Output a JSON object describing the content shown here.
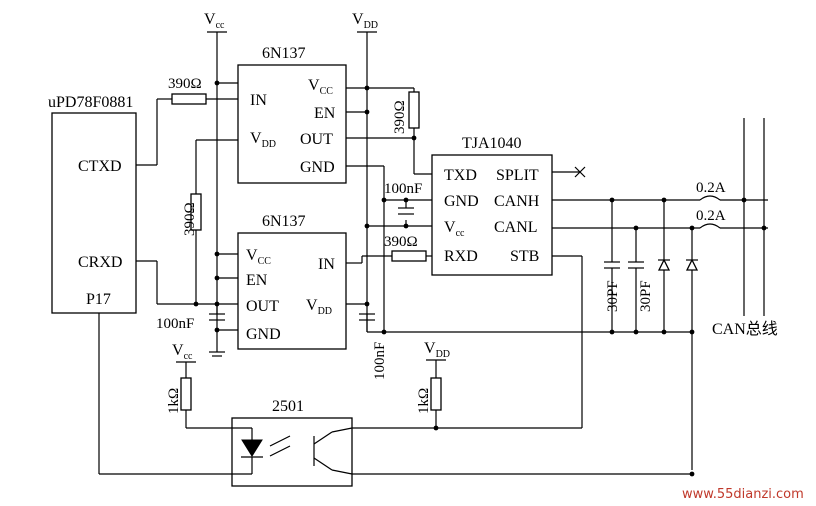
{
  "mcu": {
    "name": "uPD78F0881",
    "pin_ctxd": "CTXD",
    "pin_crxd": "CRXD",
    "pin_p17": "P17"
  },
  "opto1": {
    "name": "6N137",
    "pin_vcc": "V",
    "pin_vcc_sub": "CC",
    "pin_in": "IN",
    "pin_en": "EN",
    "pin_vdd": "V",
    "pin_vdd_sub": "DD",
    "pin_out": "OUT",
    "pin_gnd": "GND"
  },
  "opto2": {
    "name": "6N137",
    "pin_vcc": "V",
    "pin_vcc_sub": "CC",
    "pin_in": "IN",
    "pin_en": "EN",
    "pin_vdd": "V",
    "pin_vdd_sub": "DD",
    "pin_out": "OUT",
    "pin_gnd": "GND"
  },
  "transceiver": {
    "name": "TJA1040",
    "pin_txd": "TXD",
    "pin_split": "SPLIT",
    "pin_gnd": "GND",
    "pin_canh": "CANH",
    "pin_vcc": "V",
    "pin_vcc_sub": "cc",
    "pin_canl": "CANL",
    "pin_rxd": "RXD",
    "pin_stb": "STB"
  },
  "opto3": {
    "name": "2501"
  },
  "rails": {
    "vcc1": "V",
    "vcc1_sub": "cc",
    "vdd1": "V",
    "vdd1_sub": "DD",
    "vcc2": "V",
    "vcc2_sub": "cc",
    "vdd2": "V",
    "vdd2_sub": "DD"
  },
  "resistors": {
    "r1": "390Ω",
    "r2": "390Ω",
    "r3": "390Ω",
    "r4": "390Ω",
    "r5": "1kΩ",
    "r6": "1kΩ"
  },
  "capacitors": {
    "c1": "100nF",
    "c2": "100nF",
    "c3": "100nF",
    "c4": "30PF",
    "c5": "30PF"
  },
  "fuses": {
    "f1": "0.2A",
    "f2": "0.2A"
  },
  "bus_label": "CAN总线",
  "watermark": "www.55dianzi.com"
}
